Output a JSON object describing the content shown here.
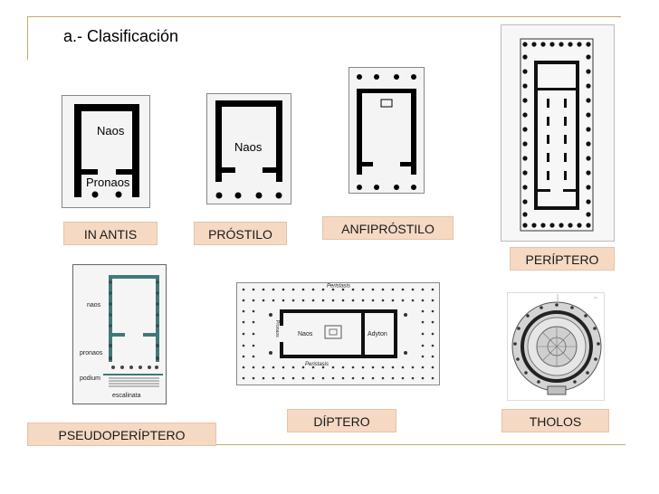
{
  "title": "a.- Clasificación",
  "labels": {
    "in_antis": "IN ANTIS",
    "prostilo": "PRÓSTILO",
    "anfiprostilo": "ANFIPRÓSTILO",
    "periptero": "PERÍPTERO",
    "pseudoperiptero": "PSEUDOPERÍPTERO",
    "diptero": "DÍPTERO",
    "tholos": "THOLOS"
  },
  "plan_text": {
    "in_antis_naos": "Naos",
    "in_antis_pronaos": "Pronaos",
    "prostilo_naos": "Naos",
    "pseudo_naos": "naos",
    "pseudo_pronaos": "pronaos",
    "pseudo_podium": "podium",
    "pseudo_escalinata": "escalinata",
    "diptero_peristasis_top": "Peristasis",
    "diptero_peristasis_bottom": "Peristasis",
    "diptero_naos": "Naos",
    "diptero_adyton": "Adyton",
    "diptero_pronaos": "Pronaos"
  },
  "colors": {
    "label_bg": "#f5d9c3",
    "frame": "#c8a96a",
    "pseudo_wall": "#3f7a78"
  }
}
